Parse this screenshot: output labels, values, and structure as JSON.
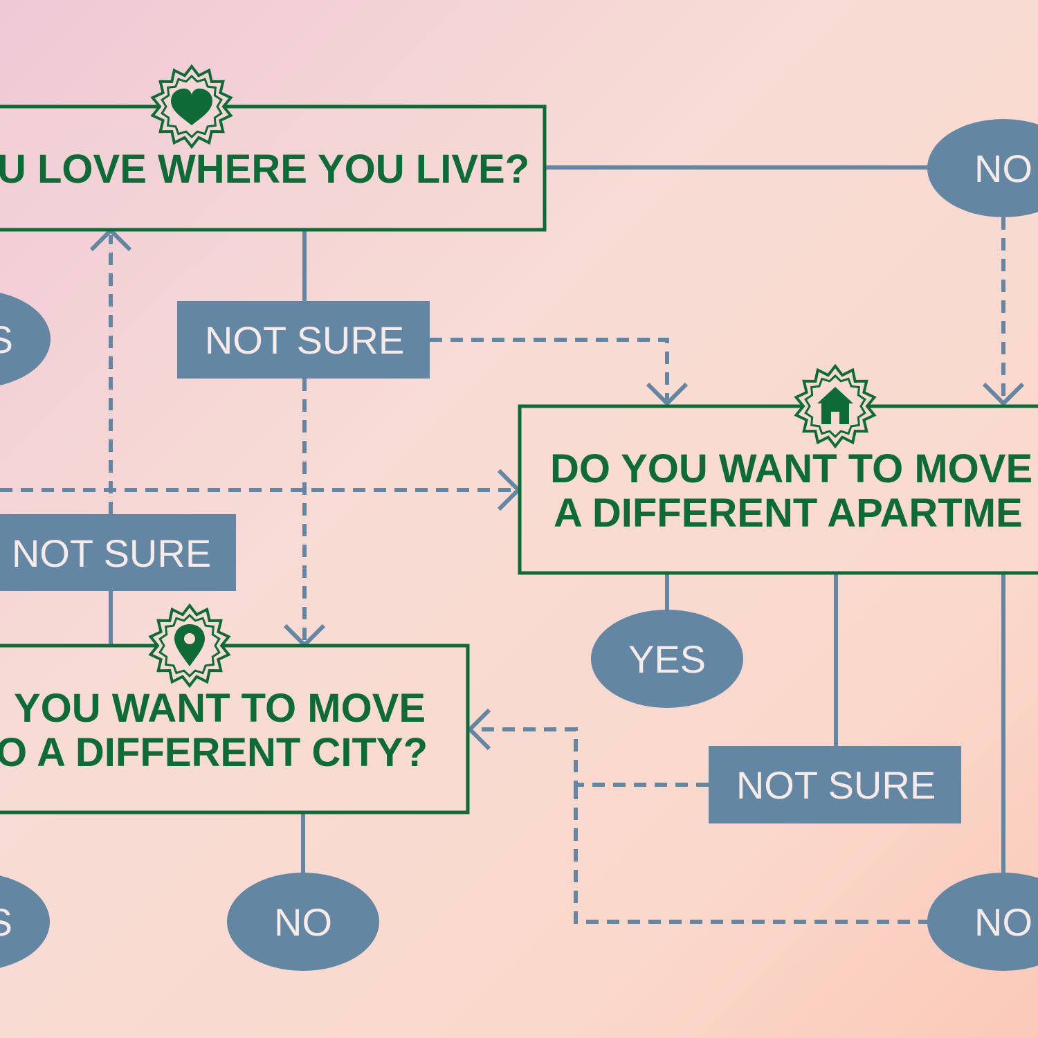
{
  "colors": {
    "green": "#0d6b38",
    "slate": "#6386a3",
    "answer_text": "#f6ebe9"
  },
  "questions": {
    "q1": {
      "text": "U LOVE WHERE YOU LIVE?",
      "icon": "heart-icon"
    },
    "q2": {
      "line1": "DO YOU WANT TO MOVE",
      "line2": "A DIFFERENT APARTME",
      "icon": "house-icon"
    },
    "q3": {
      "line1": "YOU WANT TO MOVE",
      "line2": "O A DIFFERENT CITY?",
      "icon": "location-pin-icon"
    }
  },
  "answers": {
    "q1_no": "NO",
    "q1_yes": "S",
    "q1_not_sure": "NOT SURE",
    "left_not_sure": "NOT SURE",
    "q2_yes": "YES",
    "q2_not_sure": "NOT SURE",
    "q2_no": "NO",
    "q3_yes": "S",
    "q3_no": "NO"
  }
}
